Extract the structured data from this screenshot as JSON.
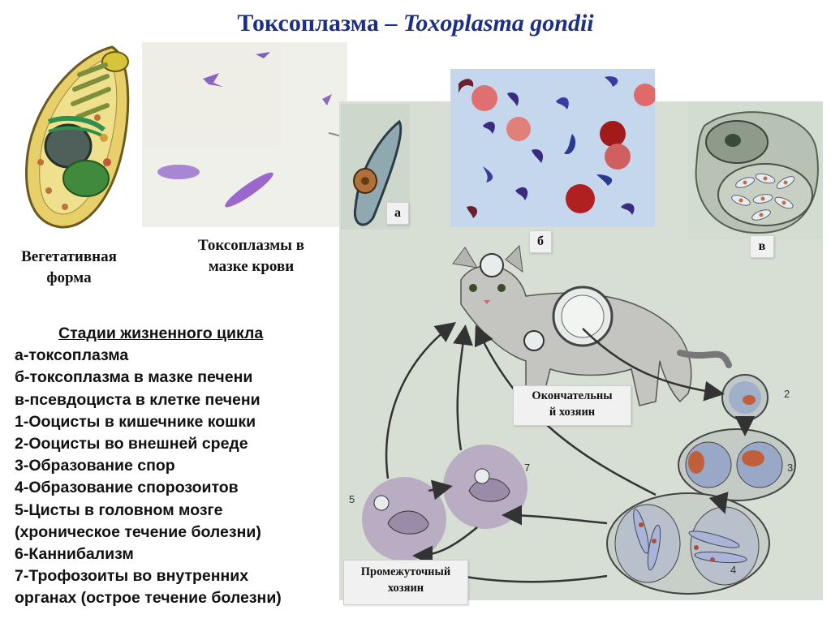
{
  "title": {
    "main": "Токсоплазма – ",
    "latin": "Toxoplasma gondii"
  },
  "captions": {
    "vegetative": [
      "Вегетативная",
      "форма"
    ],
    "blood_smear": [
      "Токсоплазмы в",
      "мазке крови"
    ]
  },
  "panel_labels": {
    "a": "а",
    "b": "б",
    "v": "в"
  },
  "hosts": {
    "definitive": [
      "Окончательны",
      "й хозяин"
    ],
    "intermediate": [
      "Промежуточный",
      "хозяин"
    ]
  },
  "cycle_numbers": [
    "2",
    "3",
    "4",
    "5",
    "7"
  ],
  "stages": {
    "heading": "Стадии жизненного цикла",
    "items": [
      "а-токсоплазма",
      "б-токсоплазма в мазке печени",
      "в-псевдоциста в клетке печени",
      "1-Ооцисты в кишечнике кошки",
      "2-Ооцисты во внешней среде",
      "3-Образование спор",
      "4-Образование спорозоитов",
      "5-Цисты в головном мозге",
      "(хроническое течение болезни)",
      "6-Каннибализм",
      "7-Трофозоиты во внутренних",
      "органах (острое течение болезни)"
    ]
  }
}
